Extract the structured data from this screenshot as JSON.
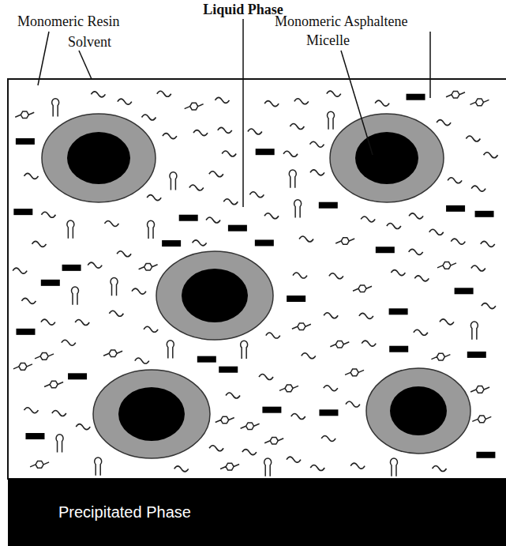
{
  "diagram": {
    "title": "Liquid Phase",
    "nodes": [
      {
        "text": [
          "Precipitated Phase"
        ]
      }
    ],
    "labels": [
      "Monomeric Resin",
      "Solvent",
      "Monomeric Asphaltene",
      "Micelle"
    ]
  }
}
